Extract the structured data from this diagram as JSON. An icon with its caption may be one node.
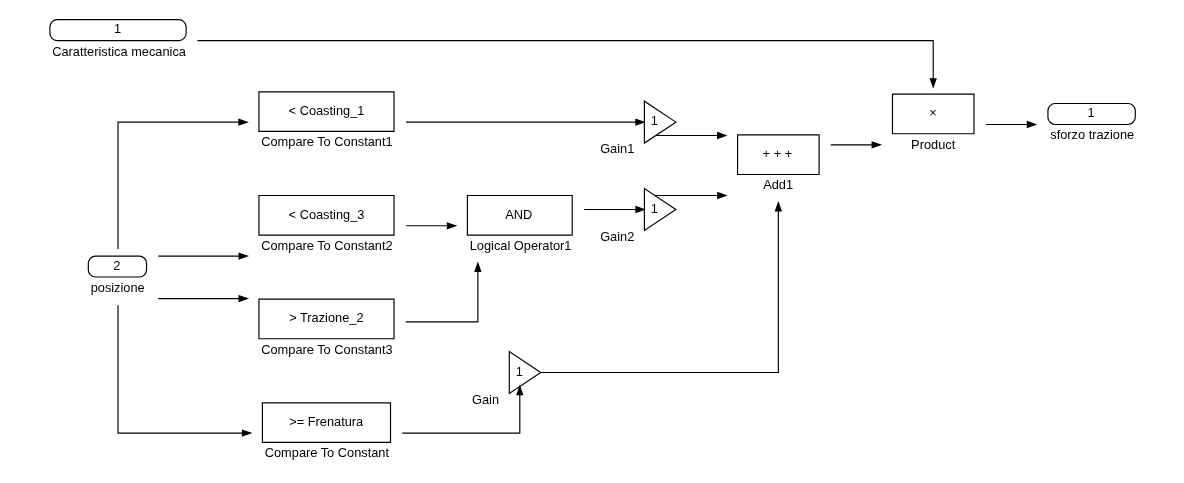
{
  "diagram": {
    "nodes": [
      {
        "text": [
          "1"
        ],
        "beside": [
          "Caratteristica mecanica"
        ]
      },
      {
        "text": [
          "2"
        ],
        "beside": [
          "posizione"
        ]
      },
      {
        "text": [
          "< Coasting_1"
        ],
        "beside": [
          "Compare To Constant1"
        ]
      },
      {
        "text": [
          "< Coasting_3"
        ],
        "beside": [
          "Compare To Constant2"
        ]
      },
      {
        "text": [
          "> Trazione_2"
        ],
        "beside": [
          "Compare To Constant3"
        ]
      },
      {
        "text": [
          ">= Frenatura"
        ],
        "beside": [
          "Compare To Constant"
        ]
      },
      {
        "text": [
          "AND"
        ],
        "beside": [
          "Logical Operator1"
        ]
      },
      {
        "text": [
          "1"
        ],
        "beside": [
          "Gain1"
        ]
      },
      {
        "text": [
          "1"
        ],
        "beside": [
          "Gain2"
        ]
      },
      {
        "text": [
          "1"
        ],
        "beside": [
          "Gain"
        ]
      },
      {
        "text": [
          "+ + +"
        ],
        "beside": [
          "Add1"
        ]
      },
      {
        "text": [
          "×"
        ],
        "beside": [
          "Product"
        ]
      },
      {
        "text": [
          "1"
        ],
        "beside": [
          "sforzo trazione"
        ]
      }
    ],
    "edges": [
      {
        "from": 0,
        "to": 11,
        "arrow": "to"
      },
      {
        "from": 1,
        "to": 2,
        "arrow": "to"
      },
      {
        "from": 1,
        "to": 3,
        "arrow": "to"
      },
      {
        "from": 1,
        "to": 4,
        "arrow": "to"
      },
      {
        "from": 1,
        "to": 5,
        "arrow": "to"
      },
      {
        "from": 2,
        "to": 7,
        "arrow": "to"
      },
      {
        "from": 3,
        "to": 6,
        "arrow": "to"
      },
      {
        "from": 4,
        "to": 6,
        "arrow": "to"
      },
      {
        "from": 6,
        "to": 8,
        "arrow": "to"
      },
      {
        "from": 5,
        "to": 9,
        "arrow": "to"
      },
      {
        "from": 7,
        "to": 10,
        "arrow": "to"
      },
      {
        "from": 8,
        "to": 10,
        "arrow": "to"
      },
      {
        "from": 9,
        "to": 10,
        "arrow": "to"
      },
      {
        "from": 10,
        "to": 11,
        "arrow": "to"
      },
      {
        "from": 11,
        "to": 12,
        "arrow": "to"
      }
    ]
  }
}
